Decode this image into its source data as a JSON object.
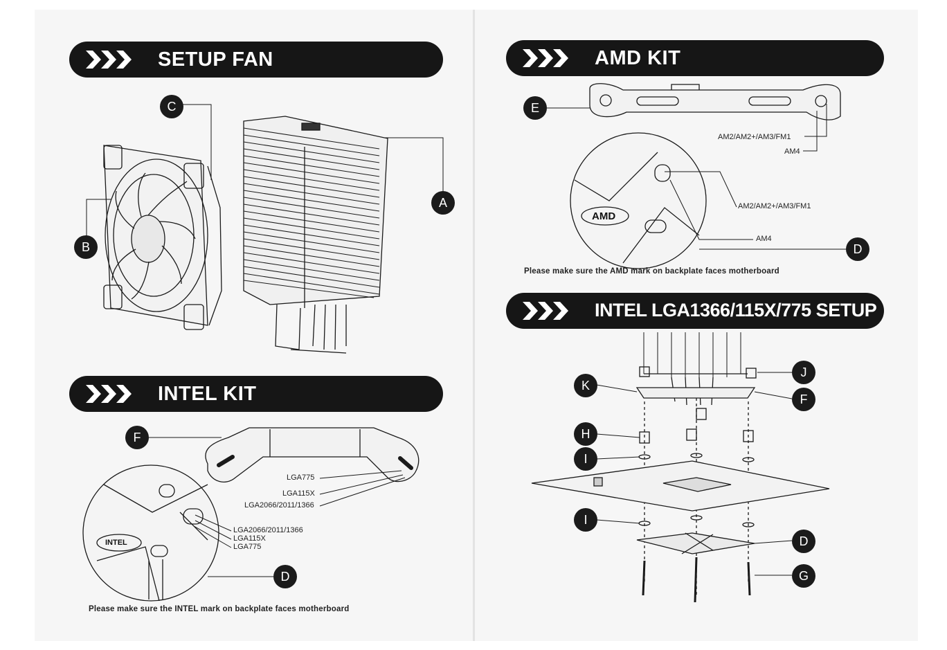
{
  "sections": {
    "setup_fan": "SETUP FAN",
    "intel_kit": "INTEL KIT",
    "amd_kit": "AMD KIT",
    "intel_setup": "INTEL LGA1366/115X/775 SETUP"
  },
  "callouts": {
    "a": "A",
    "b": "B",
    "c": "C",
    "d": "D",
    "e": "E",
    "f": "F",
    "g": "G",
    "h": "H",
    "i": "I",
    "j": "J",
    "k": "K"
  },
  "intel_kit": {
    "bracket_labels": [
      "LGA775",
      "LGA115X",
      "LGA2066/2011/1366"
    ],
    "backplate_labels": [
      "LGA2066/2011/1366",
      "LGA115X",
      "LGA775"
    ],
    "badge": "INTEL",
    "note": "Please make sure the INTEL mark on backplate faces motherboard"
  },
  "amd_kit": {
    "bracket_labels": [
      "AM2/AM2+/AM3/FM1",
      "AM4"
    ],
    "backplate_labels": [
      "AM2/AM2+/AM3/FM1",
      "AM4"
    ],
    "badge": "AMD",
    "note": "Please make sure the AMD mark on backplate faces motherboard"
  },
  "colors": {
    "banner": "#161616",
    "paper": "#f6f6f6",
    "callout": "#1b1b1b"
  }
}
